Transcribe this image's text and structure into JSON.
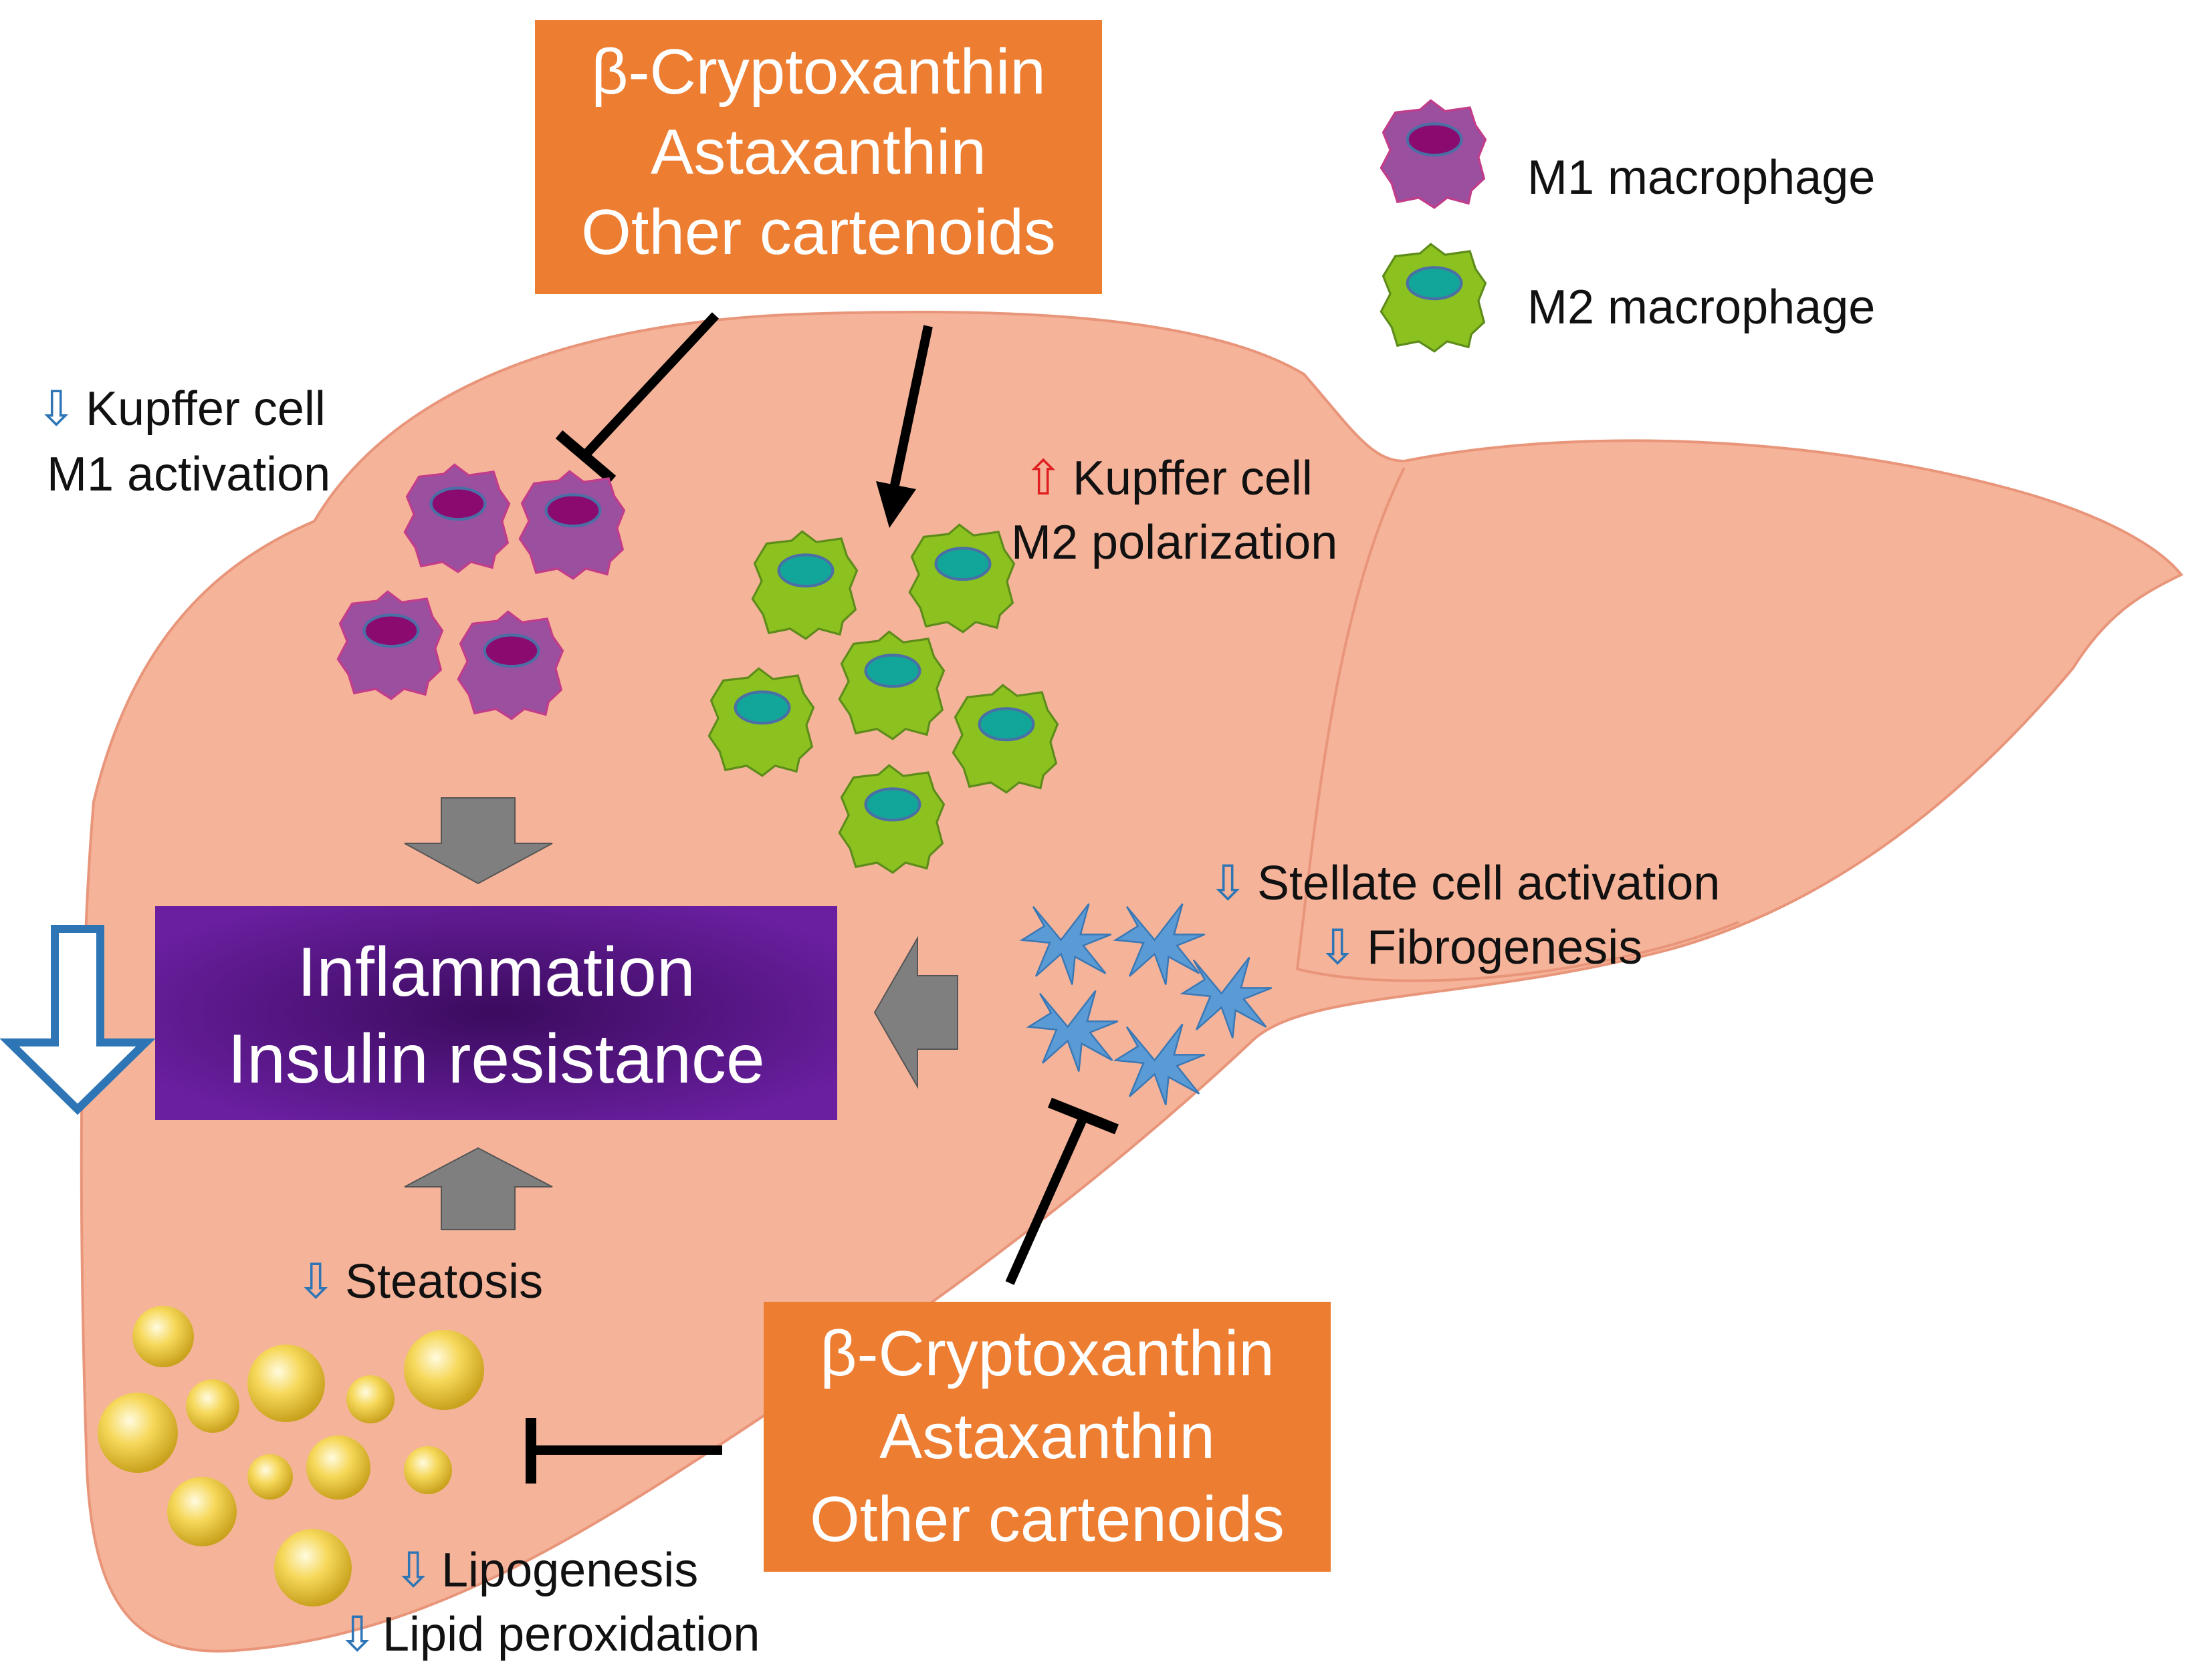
{
  "carotenoid_box_top": {
    "lines": [
      "β-Cryptoxanthin",
      "Astaxanthin",
      "Other cartenoids"
    ]
  },
  "carotenoid_box_bottom": {
    "lines": [
      "β-Cryptoxanthin",
      "Astaxanthin",
      "Other cartenoids"
    ]
  },
  "legend": {
    "m1": "M1 macrophage",
    "m2": "M2 macrophage"
  },
  "labels": {
    "kupffer_m1": [
      "Kupffer cell",
      "M1 activation"
    ],
    "kupffer_m2": [
      "Kupffer cell",
      "M2 polarization"
    ],
    "stellate": "Stellate cell activation",
    "fibrogenesis": "Fibrogenesis",
    "steatosis": "Steatosis",
    "lipogenesis": "Lipogenesis",
    "lipid_peroxidation": "Lipid peroxidation"
  },
  "central_box": {
    "line1": "Inflammation",
    "line2": "Insulin resistance"
  },
  "direction_glyphs": {
    "down": "⇩",
    "up": "⇧"
  },
  "colors": {
    "liver": "#F5B49A",
    "liver_edge": "#E8957A",
    "carotenoid_box": "#ED7D31",
    "central_box": "#6A1FA0",
    "m1_cell": "#9B4F9F",
    "m1_nucleus": "#8B0A6F",
    "m2_cell": "#8CC220",
    "m2_nucleus": "#12A69A",
    "stellate": "#5B9BD5",
    "lipid": "#F2D04A",
    "gray_arrow": "#7F7F7F",
    "down_arrow": "#2E75B6",
    "up_arrow": "#E02020"
  }
}
